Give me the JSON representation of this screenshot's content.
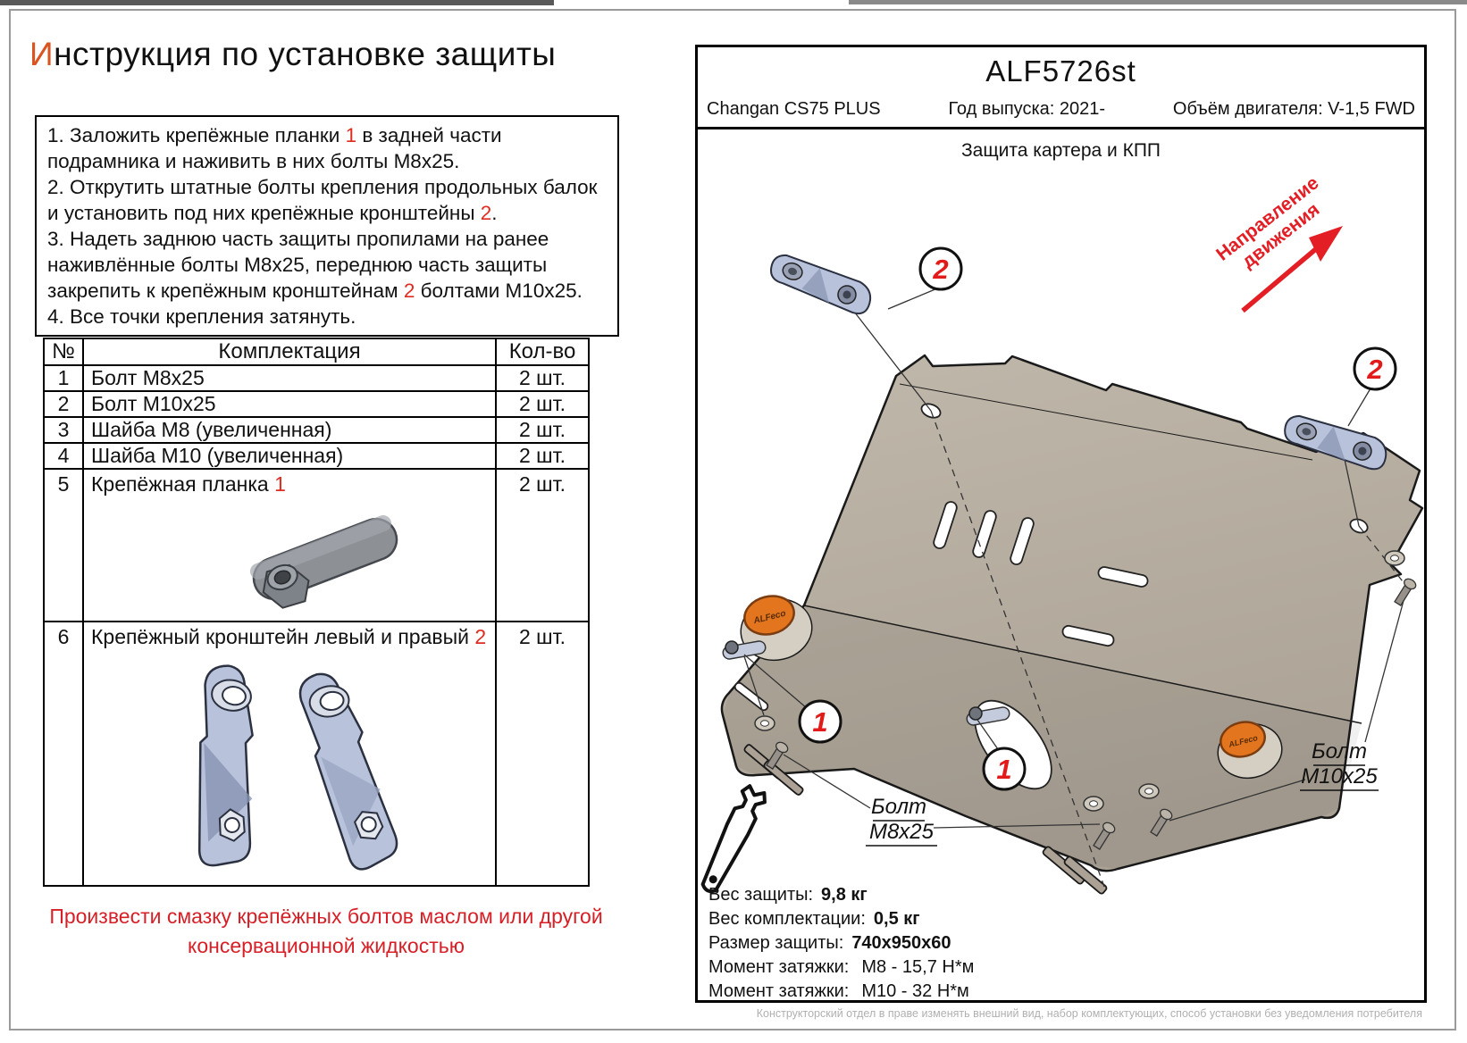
{
  "page": {
    "title_accent": "И",
    "title_rest": "нструкция по установке защиты"
  },
  "instructions": {
    "steps": [
      {
        "parts": [
          {
            "text": "1. Заложить крепёжные планки "
          },
          {
            "text": "1",
            "red": true
          },
          {
            "text": " в задней части подрамника и наживить в них болты М8х25."
          }
        ]
      },
      {
        "parts": [
          {
            "text": "2. Открутить штатные болты крепления продольных балок и установить под них крепёжные кронштейны "
          },
          {
            "text": "2",
            "red": true
          },
          {
            "text": "."
          }
        ]
      },
      {
        "parts": [
          {
            "text": "3. Надеть заднюю часть защиты пропилами на ранее наживлённые болты М8х25, переднюю часть защиты закрепить к крепёжным кронштейнам "
          },
          {
            "text": "2",
            "red": true
          },
          {
            "text": " болтами М10х25."
          }
        ]
      },
      {
        "parts": [
          {
            "text": "4. Все точки крепления затянуть."
          }
        ]
      }
    ]
  },
  "table": {
    "headers": [
      "№",
      "Комплектация",
      "Кол-во"
    ],
    "rows": [
      {
        "num": "1",
        "name": "Болт М8х25",
        "qty": "2 шт."
      },
      {
        "num": "2",
        "name": "Болт М10х25",
        "qty": "2 шт."
      },
      {
        "num": "3",
        "name": "Шайба М8 (увеличенная)",
        "qty": "2 шт."
      },
      {
        "num": "4",
        "name": "Шайба М10 (увеличенная)",
        "qty": "2 шт."
      },
      {
        "num": "5",
        "name": "Крепёжная планка ",
        "name_accent": "1",
        "qty": "2 шт."
      },
      {
        "num": "6",
        "name": "Крепёжный кронштейн левый и правый ",
        "name_accent": "2",
        "qty": "2 шт."
      }
    ]
  },
  "note": {
    "text": "Произвести смазку крепёжных болтов маслом или другой консервационной жидкостью"
  },
  "panel": {
    "code": "ALF5726st",
    "model": "Changan CS75 PLUS",
    "year_label": "Год выпуска: 2021-",
    "engine_label": "Объём двигателя: V-1,5 FWD",
    "subtitle": "Защита картера и КПП",
    "direction": {
      "line1": "Направление",
      "line2": "движения"
    },
    "callouts": {
      "plate_bar": "1",
      "bracket": "2"
    },
    "labels": {
      "bolt_m8_line1": "Болт",
      "bolt_m8_line2": "М8х25",
      "bolt_m10_line1": "Болт",
      "bolt_m10_line2": "М10х25"
    },
    "specs": [
      {
        "label": "Вес защиты:",
        "value": "9,8 кг"
      },
      {
        "label": "Вес комплектации:",
        "value": "0,5 кг"
      },
      {
        "label": "Размер защиты:",
        "value": "740x950x60"
      },
      {
        "label": "Момент затяжки:",
        "value": "М8 - 15,7 Н*м"
      },
      {
        "label": "Момент затяжки:",
        "value": "М10 - 32 Н*м"
      }
    ]
  },
  "footer": {
    "disclaimer": "Конструкторский отдел в праве изменять внешний вид, набор комплектующих, способ установки без уведомления потребителя"
  },
  "colors": {
    "accent_orange": "#d9541e",
    "red": "#e31e24",
    "plate": "#b5ac9f",
    "bracket": "#b8c2db",
    "badge": "#e2751d"
  }
}
